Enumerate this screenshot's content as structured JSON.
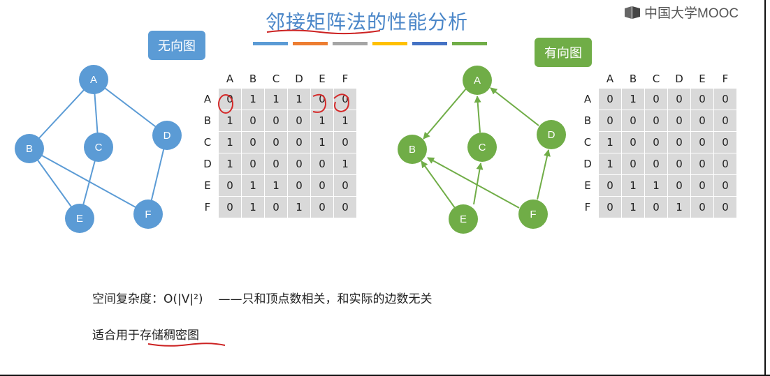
{
  "title": "邻接矩阵法的性能分析",
  "logo": {
    "text": "中国大学MOOC",
    "icon": "mooc-logo-icon"
  },
  "color_bars": [
    "#5b9bd5",
    "#ed7d31",
    "#a5a5a5",
    "#ffc000",
    "#4472c4",
    "#70ad47"
  ],
  "undirected": {
    "label": "无向图",
    "color": "#5b9bd5",
    "nodes": [
      "A",
      "B",
      "C",
      "D",
      "E",
      "F"
    ],
    "headers": [
      "A",
      "B",
      "C",
      "D",
      "E",
      "F"
    ],
    "rows": [
      {
        "label": "A",
        "cells": [
          "0",
          "1",
          "1",
          "1",
          "0",
          "0"
        ]
      },
      {
        "label": "B",
        "cells": [
          "1",
          "0",
          "0",
          "0",
          "1",
          "1"
        ]
      },
      {
        "label": "C",
        "cells": [
          "1",
          "0",
          "0",
          "0",
          "1",
          "0"
        ]
      },
      {
        "label": "D",
        "cells": [
          "1",
          "0",
          "0",
          "0",
          "0",
          "1"
        ]
      },
      {
        "label": "E",
        "cells": [
          "0",
          "1",
          "1",
          "0",
          "0",
          "0"
        ]
      },
      {
        "label": "F",
        "cells": [
          "0",
          "1",
          "0",
          "1",
          "0",
          "0"
        ]
      }
    ]
  },
  "directed": {
    "label": "有向图",
    "color": "#70ad47",
    "nodes": [
      "A",
      "B",
      "C",
      "D",
      "E",
      "F"
    ],
    "headers": [
      "A",
      "B",
      "C",
      "D",
      "E",
      "F"
    ],
    "rows": [
      {
        "label": "A",
        "cells": [
          "0",
          "1",
          "0",
          "0",
          "0",
          "0"
        ]
      },
      {
        "label": "B",
        "cells": [
          "0",
          "0",
          "0",
          "0",
          "0",
          "0"
        ]
      },
      {
        "label": "C",
        "cells": [
          "1",
          "0",
          "0",
          "0",
          "0",
          "0"
        ]
      },
      {
        "label": "D",
        "cells": [
          "1",
          "0",
          "0",
          "0",
          "0",
          "0"
        ]
      },
      {
        "label": "E",
        "cells": [
          "0",
          "1",
          "1",
          "0",
          "0",
          "0"
        ]
      },
      {
        "label": "F",
        "cells": [
          "0",
          "1",
          "0",
          "1",
          "0",
          "0"
        ]
      }
    ]
  },
  "notes": {
    "space_label": "空间复杂度：",
    "space_value": "O(|V|²)",
    "space_comment": "——只和顶点数相关，和实际的边数无关",
    "fit_prefix": "适合用于",
    "fit_highlight": "存储稠密图"
  }
}
